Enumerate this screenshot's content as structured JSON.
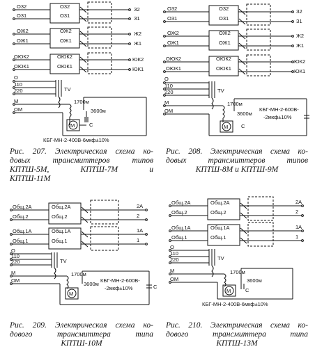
{
  "fig207": {
    "inputs": [
      "О32",
      "О31",
      "ОЖ2",
      "ОЖ1",
      "ОЮК2",
      "ОЮК1",
      "О",
      "110",
      "220",
      "М",
      "ОМ"
    ],
    "box_labels": [
      "О32",
      "О31",
      "ОЖ2",
      "ОЖ1",
      "ОЮК2",
      "ОЮК1"
    ],
    "outputs": [
      "З2",
      "З1",
      "Ж2",
      "Ж1",
      "ЮК2",
      "ЮК1"
    ],
    "tv": "TV",
    "r1": "1700м",
    "r2": "3600м",
    "motor": "М",
    "cap": "С",
    "cap_label": "КБГ-МН-2-400В-6мкф±10%",
    "caption": [
      "Рис. 207. Электрическая схема ко-",
      "довых трансмиттеров типов",
      "КПТШ-5М,       КПТШ-7М       и",
      "КПТШ-11М"
    ]
  },
  "fig208": {
    "inputs": [
      "О32",
      "О31",
      "ОЖ2",
      "ОЖ1",
      "ОЮК2",
      "ОЮК1",
      "О",
      "110",
      "220",
      "М",
      "ОМ"
    ],
    "box_labels": [
      "О32",
      "О31",
      "ОЖ2",
      "ОЖ1",
      "ОЮК2",
      "ОЮК1"
    ],
    "outputs": [
      "З2",
      "З1",
      "Ж2",
      "Ж1",
      "ЮК2",
      "ЮК1"
    ],
    "tv": "TV",
    "r1": "1700м",
    "r2": "3600м",
    "motor": "М",
    "cap": "С",
    "cap_label_1": "КБГ-МН-2-600В-",
    "cap_label_2": "-2мкф±10%",
    "caption": [
      "Рис. 208. Электрическая схема ко-",
      "довых трансмиттеров типов",
      "КПТШ-8М и КПТШ-9М"
    ]
  },
  "fig209": {
    "inputs": [
      "Общ.2А",
      "Общ.2",
      "Общ.1А",
      "Общ.1",
      "О",
      "110",
      "220",
      "М",
      "ОМ"
    ],
    "box_labels": [
      "Общ.2А",
      "Общ.2",
      "Общ.1А",
      "Общ.1"
    ],
    "outputs": [
      "2А",
      "2",
      "1А",
      "1"
    ],
    "tv": "TV",
    "r1": "1700м",
    "r2": "3600м",
    "motor": "М",
    "cap": "С",
    "cap_label_1": "КБГ-МН-2-600В-",
    "cap_label_2": "-2мкф±10%",
    "caption": [
      "Рис. 209. Электрическая схема ко-",
      "дового      трансмиттера      типа",
      "КПТШ-10М"
    ]
  },
  "fig210": {
    "inputs": [
      "Общ.2А",
      "Общ.2",
      "Общ.1А",
      "Общ.1",
      "О",
      "110",
      "220",
      "М",
      "ОМ"
    ],
    "box_labels": [
      "Общ.2А",
      "Общ.2",
      "Общ.1А",
      "Общ.1"
    ],
    "outputs": [
      "2А",
      "2",
      "1А",
      "1"
    ],
    "tv": "TV",
    "r1": "1700м",
    "r2": "3600м",
    "motor": "М",
    "cap": "С",
    "cap_label": "КБГ-МН-2-400В-6мкф±10%",
    "caption": [
      "Рис. 210. Электрическая схема ко-",
      "дового      трансмиттера      типа",
      "КПТШ-13М"
    ]
  }
}
